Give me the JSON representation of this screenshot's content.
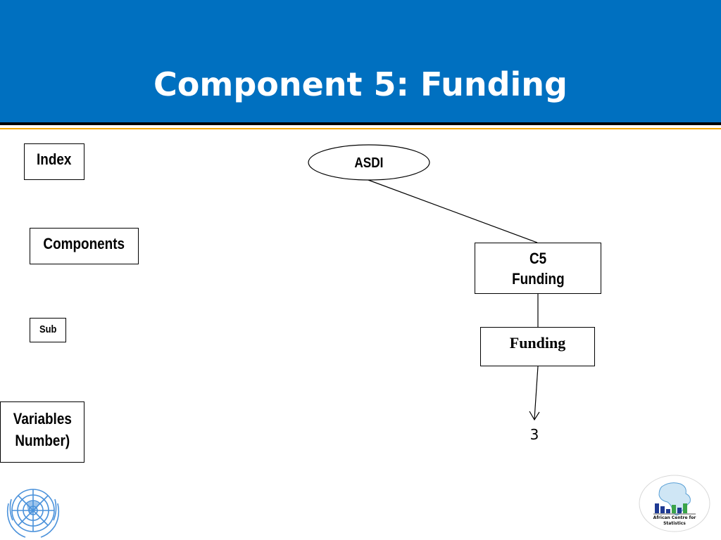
{
  "slide": {
    "title": "Component 5: Funding"
  },
  "legend": {
    "index": "Index",
    "components": "Components",
    "sub": "Sub",
    "variables_line1": "Variables",
    "variables_line2": "Number)"
  },
  "tree": {
    "root": "ASDI",
    "component_code": "C5",
    "component_name": "Funding",
    "sub_name": "Funding",
    "variable_count": "3"
  },
  "logos": {
    "un_emblem": "un-emblem-icon",
    "acs_logo": "african-centre-for-statistics-logo",
    "acs_text_line1": "African Centre for",
    "acs_text_line2": "Statistics"
  },
  "colors": {
    "header_blue": "#0070c0",
    "accent_orange": "#f0a500",
    "un_blue": "#4b92db"
  }
}
